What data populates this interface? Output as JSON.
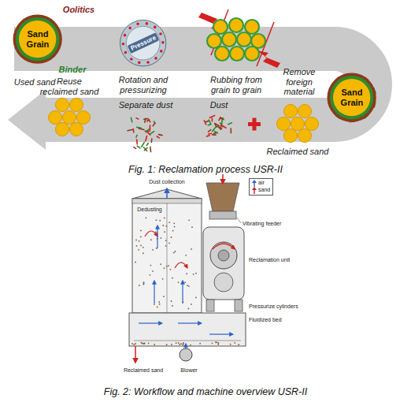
{
  "diagram": {
    "nodes": [
      {
        "text": [
          "Sand Grain"
        ]
      },
      {
        "text": [
          "Pressure"
        ]
      },
      {
        "text": [
          "Sand Grain"
        ]
      }
    ],
    "labels": [
      "Oolitics",
      "Binder",
      "Used sand",
      "Rotation and pressurizing",
      "Rubbing from grain to grain",
      "Remove foreign material",
      "Dust",
      "Reclaimed sand",
      "Separate dust",
      "Reuse reclaimed sand",
      "Fig. 1: Reclamation process USR-II",
      "Dust collection",
      "Dedusting",
      "Vibrating feeder",
      "Reclamation unit",
      "Pressurize cylinders",
      "Fluidized bed",
      "Reclaimed sand",
      "Blower",
      "Fig. 2: Workflow and machine overview USR-II"
    ],
    "legend": [
      {
        "text": "air"
      },
      {
        "text": "sand"
      }
    ]
  }
}
